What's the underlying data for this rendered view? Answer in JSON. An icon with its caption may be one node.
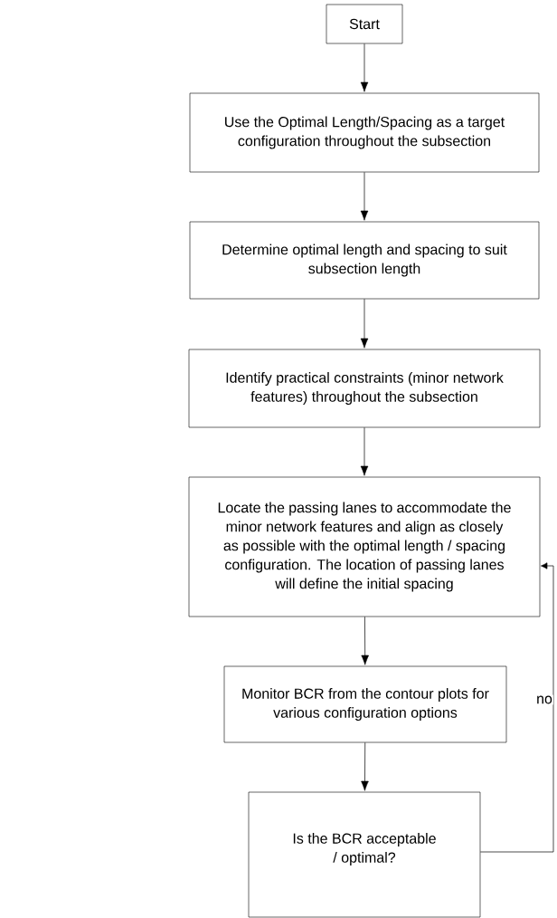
{
  "diagram": {
    "nodes": [
      {
        "text": [
          "Start"
        ]
      },
      {
        "text": [
          "Use the Optimal Length/Spacing as a target configuration throughout the subsection"
        ]
      },
      {
        "text": [
          "Determine optimal length and spacing to suit subsection length"
        ]
      },
      {
        "text": [
          "Identify practical constraints (minor network features) throughout the subsection"
        ]
      },
      {
        "text": [
          "Locate the passing lanes to accommodate the minor network features and align as closely as possible with the optimal length / spacing configuration.  The location of passing lanes will define the initial spacing"
        ]
      },
      {
        "text": [
          "Monitor BCR from the contour plots for various configuration options"
        ]
      },
      {
        "text": [
          "Is the BCR acceptable / optimal?"
        ]
      }
    ],
    "edges": [
      {
        "from": 0,
        "to": 1,
        "arrow": "to"
      },
      {
        "from": 1,
        "to": 2,
        "arrow": "to"
      },
      {
        "from": 2,
        "to": 3,
        "arrow": "to"
      },
      {
        "from": 3,
        "to": 4,
        "arrow": "to"
      },
      {
        "from": 4,
        "to": 5,
        "arrow": "to"
      },
      {
        "from": 5,
        "to": 6,
        "arrow": "to"
      },
      {
        "from": 6,
        "to": 4,
        "arrow": "to",
        "label": "no"
      }
    ]
  }
}
